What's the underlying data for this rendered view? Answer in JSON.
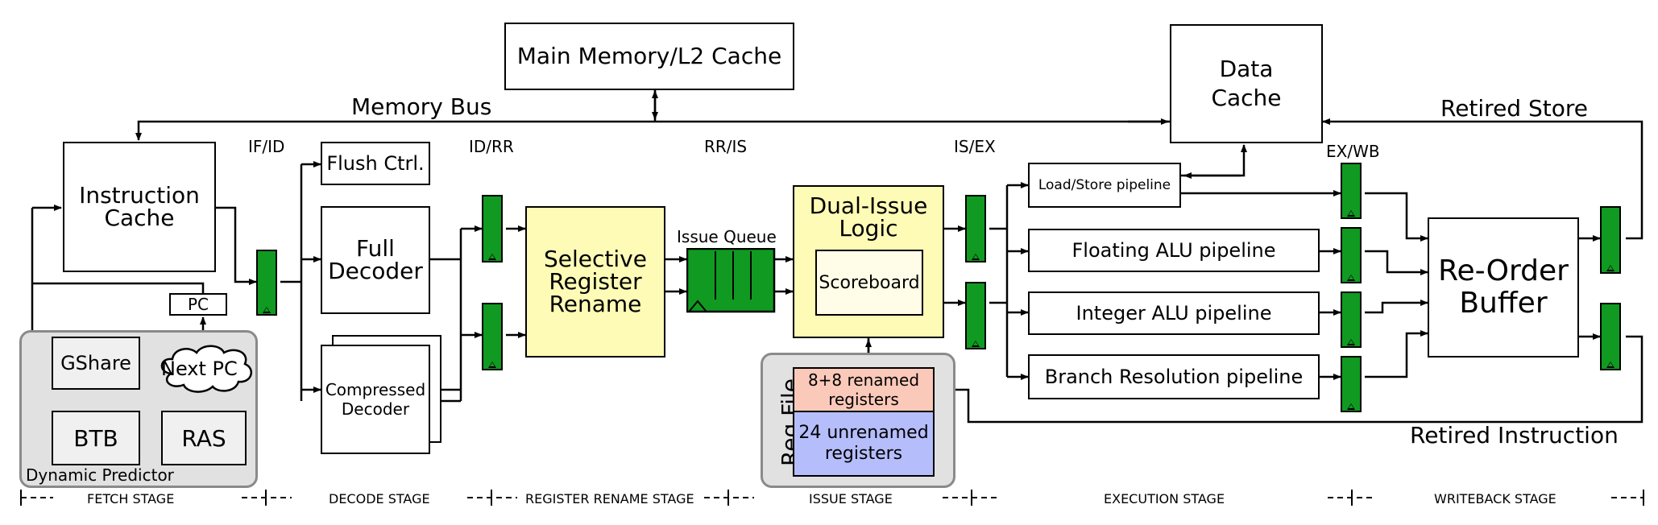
{
  "blocks": {
    "main_memory": "Main Memory/L2 Cache",
    "data_cache": "Data\nCache",
    "instruction_cache": "Instruction\nCache",
    "flush_ctrl": "Flush Ctrl.",
    "full_decoder": "Full\nDecoder",
    "compressed_decoder": "Compressed\nDecoder",
    "selective_rename": "Selective\nRegister\nRename",
    "issue_queue": "Issue Queue",
    "dual_issue": "Dual-Issue\nLogic",
    "scoreboard": "Scoreboard",
    "load_store": "Load/Store pipeline",
    "float_alu": "Floating ALU pipeline",
    "int_alu": "Integer ALU pipeline",
    "branch_res": "Branch Resolution pipeline",
    "rob": "Re-Order\nBuffer",
    "pc": "PC",
    "gshare": "GShare",
    "next_pc": "Next PC",
    "btb": "BTB",
    "ras": "RAS",
    "dynamic_predictor": "Dynamic Predictor",
    "reg_file": "Reg File",
    "renamed_regs": "8+8 renamed\nregisters",
    "unrenamed_regs": "24 unrenamed\nregisters"
  },
  "labels": {
    "memory_bus": "Memory Bus",
    "retired_store": "Retired Store",
    "retired_instruction": "Retired Instruction",
    "if_id": "IF/ID",
    "id_rr": "ID/RR",
    "rr_is": "RR/IS",
    "is_ex": "IS/EX",
    "ex_wb": "EX/WB"
  },
  "stages": [
    "FETCH STAGE",
    "DECODE STAGE",
    "REGISTER RENAME STAGE",
    "ISSUE STAGE",
    "EXECUTION STAGE",
    "WRITEBACK STAGE"
  ],
  "colors": {
    "latch_green": "#109a22",
    "rename_yellow": "#fdfbb6",
    "scoreboard_cream": "#fffde7",
    "renamed_pink": "#fbc9b9",
    "unrenamed_blue": "#b5bdfb",
    "group_grey": "#e1e1e1"
  }
}
